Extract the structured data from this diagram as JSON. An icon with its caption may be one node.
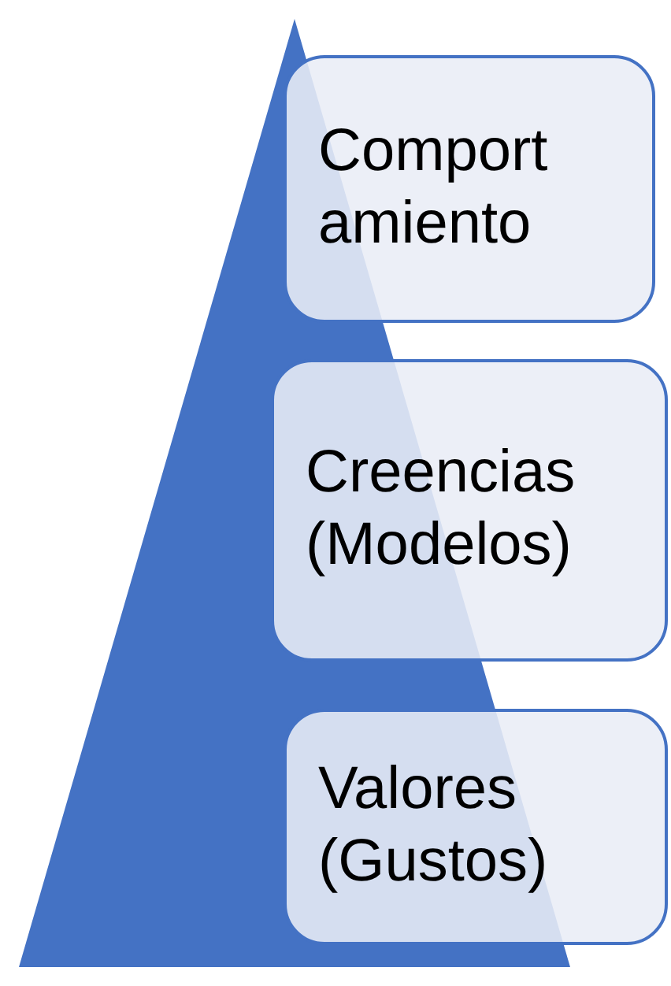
{
  "diagram": {
    "nodes": [
      {
        "text": [
          "Comportamiento"
        ]
      },
      {
        "text": [
          "Creencias (Modelos)"
        ]
      },
      {
        "text": [
          "Valores (Gustos)"
        ]
      }
    ]
  }
}
